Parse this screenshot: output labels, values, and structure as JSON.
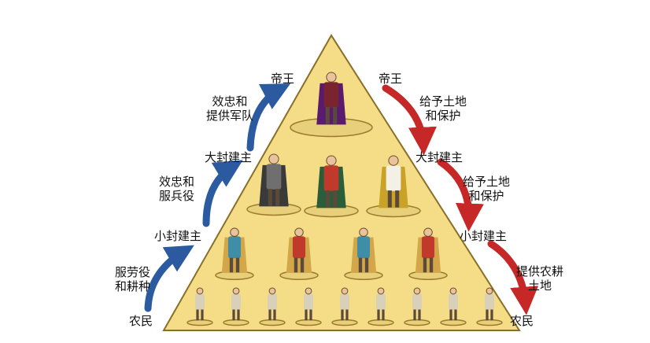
{
  "colors": {
    "pyramid_fill": "#f4dd86",
    "pyramid_stroke": "#8a6f2a",
    "base_fill": "#e8cf7a",
    "up_arrow": "#2c5aa0",
    "down_arrow": "#c62828",
    "text": "#111111"
  },
  "left_chain": {
    "emperor": "帝王",
    "great_lord": "大封建主",
    "small_lord": "小封建主",
    "peasant": "农民",
    "arrow_top": [
      "效忠和",
      "提供军队"
    ],
    "arrow_mid": [
      "效忠和",
      "服兵役"
    ],
    "arrow_bottom": [
      "服劳役",
      "和耕种"
    ]
  },
  "right_chain": {
    "emperor": "帝王",
    "great_lord": "大封建主",
    "small_lord": "小封建主",
    "peasant": "农民",
    "arrow_top": [
      "给予土地",
      "和保护"
    ],
    "arrow_mid": [
      "给予土地",
      "和保护"
    ],
    "arrow_bottom": [
      "提供农耕",
      "土地"
    ]
  },
  "figures": {
    "emperor_count": 1,
    "great_lord_count": 3,
    "small_lord_count": 4,
    "peasant_count": 9,
    "icon": "medieval-figure-icon"
  }
}
